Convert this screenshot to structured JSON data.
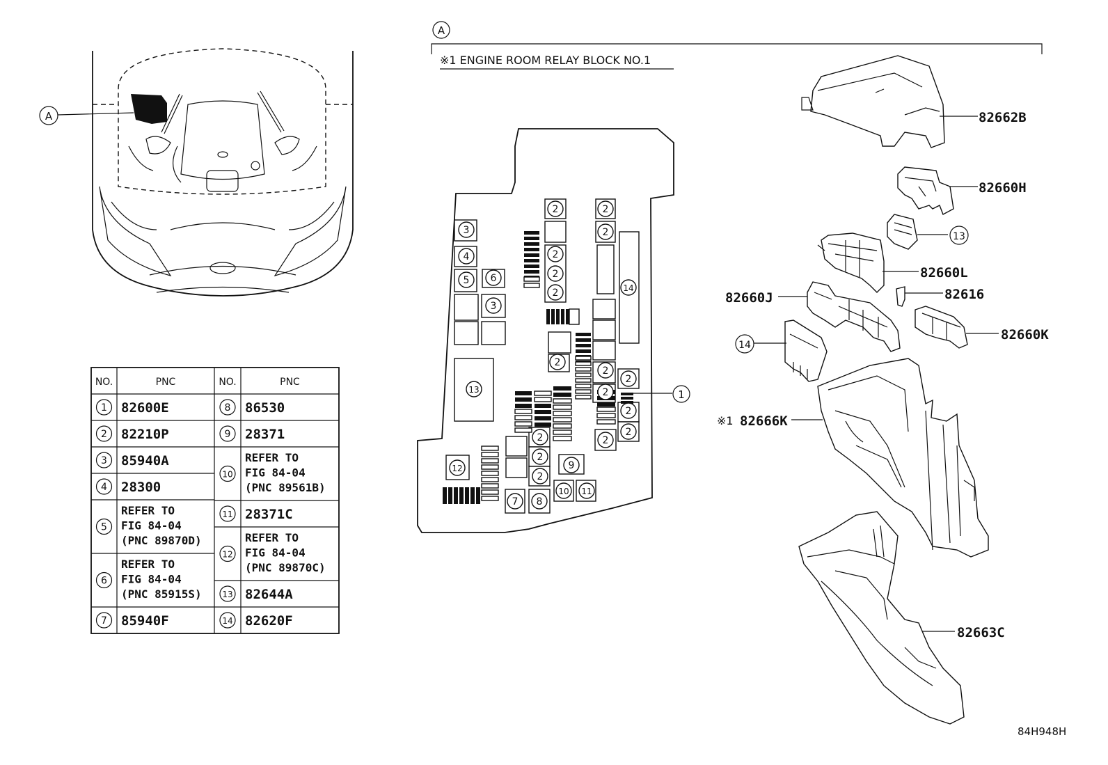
{
  "section_marker": "A",
  "header_note": "※1 ENGINE ROOM RELAY BLOCK NO.1",
  "vehicle_marker": "A",
  "table": {
    "col_no": "NO.",
    "col_pnc": "PNC",
    "left_rows": [
      {
        "no": "1",
        "lines": [
          "82600E"
        ]
      },
      {
        "no": "2",
        "lines": [
          "82210P"
        ]
      },
      {
        "no": "3",
        "lines": [
          "85940A"
        ]
      },
      {
        "no": "4",
        "lines": [
          "28300"
        ]
      },
      {
        "no": "5",
        "lines": [
          "REFER TO",
          "FIG 84-04",
          "(PNC 89870D)"
        ]
      },
      {
        "no": "6",
        "lines": [
          "REFER TO",
          "FIG 84-04",
          "(PNC 85915S)"
        ]
      },
      {
        "no": "7",
        "lines": [
          "85940F"
        ]
      }
    ],
    "right_rows": [
      {
        "no": "8",
        "lines": [
          "86530"
        ]
      },
      {
        "no": "9",
        "lines": [
          "28371"
        ]
      },
      {
        "no": "10",
        "lines": [
          "REFER TO",
          "FIG 84-04",
          "(PNC 89561B)"
        ]
      },
      {
        "no": "11",
        "lines": [
          "28371C"
        ]
      },
      {
        "no": "12",
        "lines": [
          "REFER TO",
          "FIG 84-04",
          "(PNC 89870C)"
        ]
      },
      {
        "no": "13",
        "lines": [
          "82644A"
        ]
      },
      {
        "no": "14",
        "lines": [
          "82620F"
        ]
      }
    ]
  },
  "callouts": {
    "c82662B": "82662B",
    "c82660H": "82660H",
    "c13": "13",
    "c82660L": "82660L",
    "c82660J": "82660J",
    "c82616": "82616",
    "c82660K": "82660K",
    "c14": "14",
    "c1": "1",
    "c82666K_mark": "※1",
    "c82666K": "82666K",
    "c82663C": "82663C"
  },
  "fuse_block_labels": {
    "n2": "2",
    "n3": "3",
    "n4": "4",
    "n5": "5",
    "n6": "6",
    "n7": "7",
    "n8": "8",
    "n9": "9",
    "n10": "10",
    "n11": "11",
    "n12": "12",
    "n13": "13",
    "n14": "14"
  },
  "figure_code": "84H948H"
}
